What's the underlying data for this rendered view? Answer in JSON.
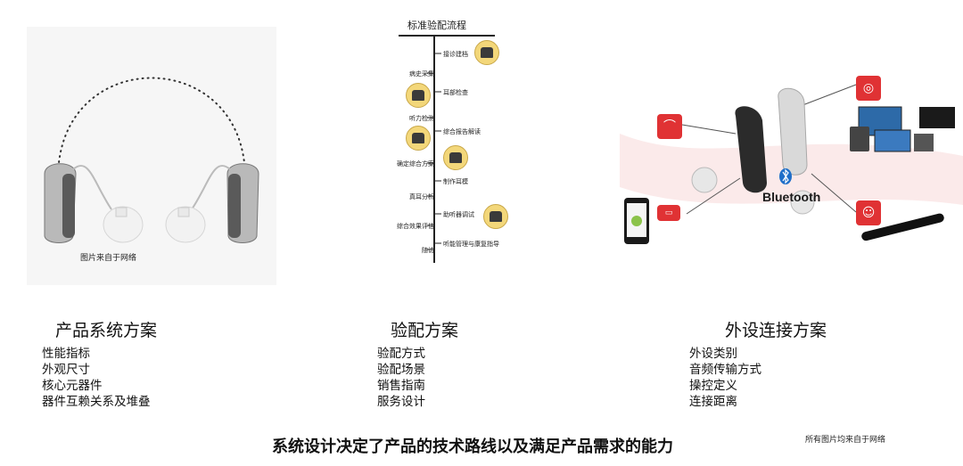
{
  "left_panel": {
    "credit": "图片来自于网络"
  },
  "middle_panel": {
    "title": "标准验配流程",
    "steps_right": [
      "接诊建档",
      "耳部检查",
      "综合报告解读",
      "制作耳模",
      "助听器调试",
      "听能管理与康复指导"
    ],
    "steps_left": [
      "病史采集",
      "听力检测",
      "确定综合方案",
      "真耳分析",
      "综合效果评估",
      "随访"
    ]
  },
  "right_panel": {
    "bluetooth_label": "Bluetooth",
    "colors": {
      "accent_red": "#e03234",
      "bluetooth_blue": "#1f6fc9"
    }
  },
  "sections": [
    {
      "title": "产品系统方案",
      "items": [
        "性能指标",
        "外观尺寸",
        "核心元器件",
        "器件互赖关系及堆叠"
      ]
    },
    {
      "title": "验配方案",
      "items": [
        "验配方式",
        "验配场景",
        "销售指南",
        "服务设计"
      ]
    },
    {
      "title": "外设连接方案",
      "items": [
        "外设类别",
        "音频传输方式",
        "操控定义",
        "连接距离"
      ]
    }
  ],
  "footer": {
    "caption": "系统设计决定了产品的技术路线以及满足产品需求的能力",
    "note": "所有图片均来自于网络"
  }
}
